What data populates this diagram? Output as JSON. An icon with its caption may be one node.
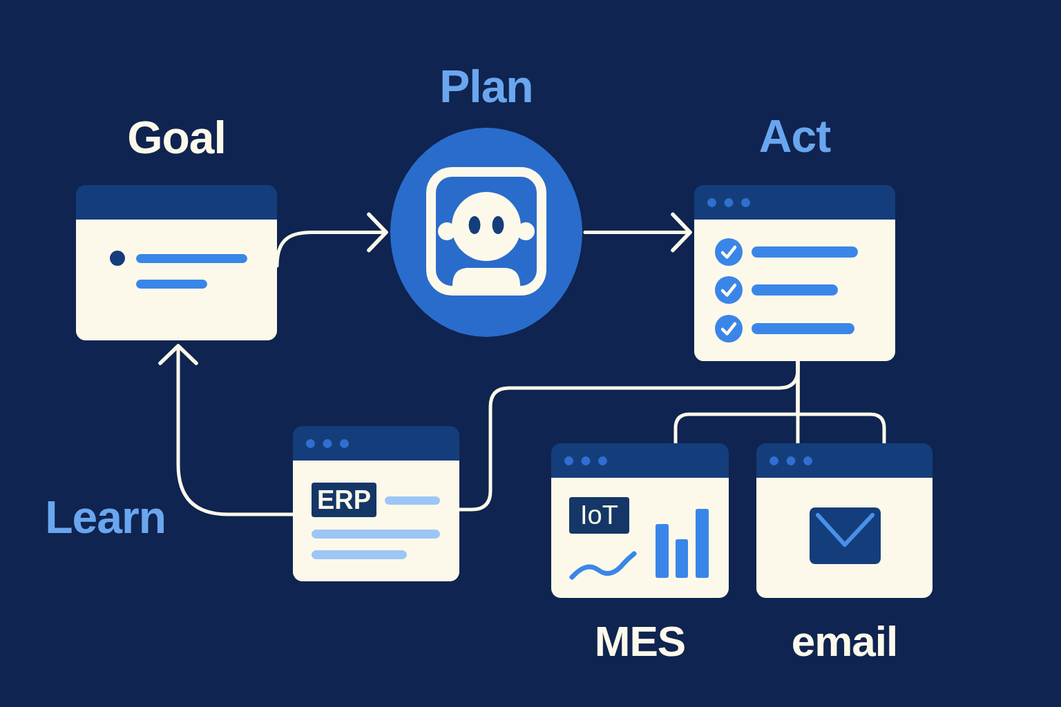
{
  "diagram": {
    "nodes": [
      {
        "text": [
          "Goal"
        ]
      },
      {
        "text": [
          "Plan"
        ]
      },
      {
        "text": [
          "Act"
        ]
      },
      {
        "text": [
          "ERP"
        ]
      },
      {
        "text": [
          "IoT",
          "MES"
        ]
      },
      {
        "text": [
          "email"
        ]
      }
    ],
    "edges": [
      {
        "from": 0,
        "to": 1,
        "arrow": "to"
      },
      {
        "from": 1,
        "to": 2,
        "arrow": "to"
      },
      {
        "from": 2,
        "to": 3,
        "arrow": "none"
      },
      {
        "from": 2,
        "to": 4,
        "arrow": "none"
      },
      {
        "from": 2,
        "to": 5,
        "arrow": "none"
      },
      {
        "from": 2,
        "to": 5,
        "arrow": "none"
      },
      {
        "from": 3,
        "to": 0,
        "arrow": "to",
        "label": "Learn"
      }
    ]
  }
}
